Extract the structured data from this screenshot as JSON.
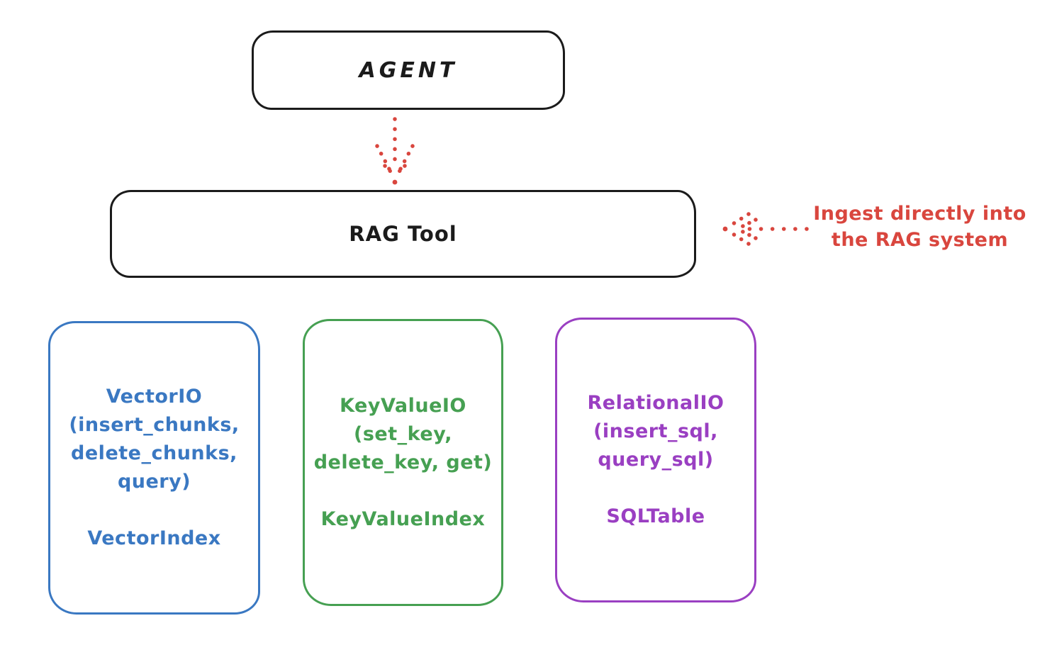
{
  "colors": {
    "red": "#d9463e",
    "black": "#1b1b1b",
    "blue": "#3a78c2",
    "green": "#46a052",
    "purple": "#9a3fc2"
  },
  "agent": {
    "label": "AGENT"
  },
  "rag_tool": {
    "label": "RAG Tool"
  },
  "annotation": {
    "line1": "Ingest directly into",
    "line2": "the RAG system"
  },
  "backends": [
    {
      "id": "vector-io",
      "color": "#3a78c2",
      "lines": [
        "VectorIO",
        "(insert_chunks,",
        "delete_chunks,",
        "query)"
      ],
      "index": "VectorIndex"
    },
    {
      "id": "key-value-io",
      "color": "#46a052",
      "lines": [
        "KeyValueIO",
        "(set_key,",
        "delete_key, get)"
      ],
      "index": "KeyValueIndex"
    },
    {
      "id": "relational-io",
      "color": "#9a3fc2",
      "lines": [
        "RelationalIO",
        "(insert_sql,",
        "query_sql)"
      ],
      "index": "SQLTable"
    }
  ]
}
